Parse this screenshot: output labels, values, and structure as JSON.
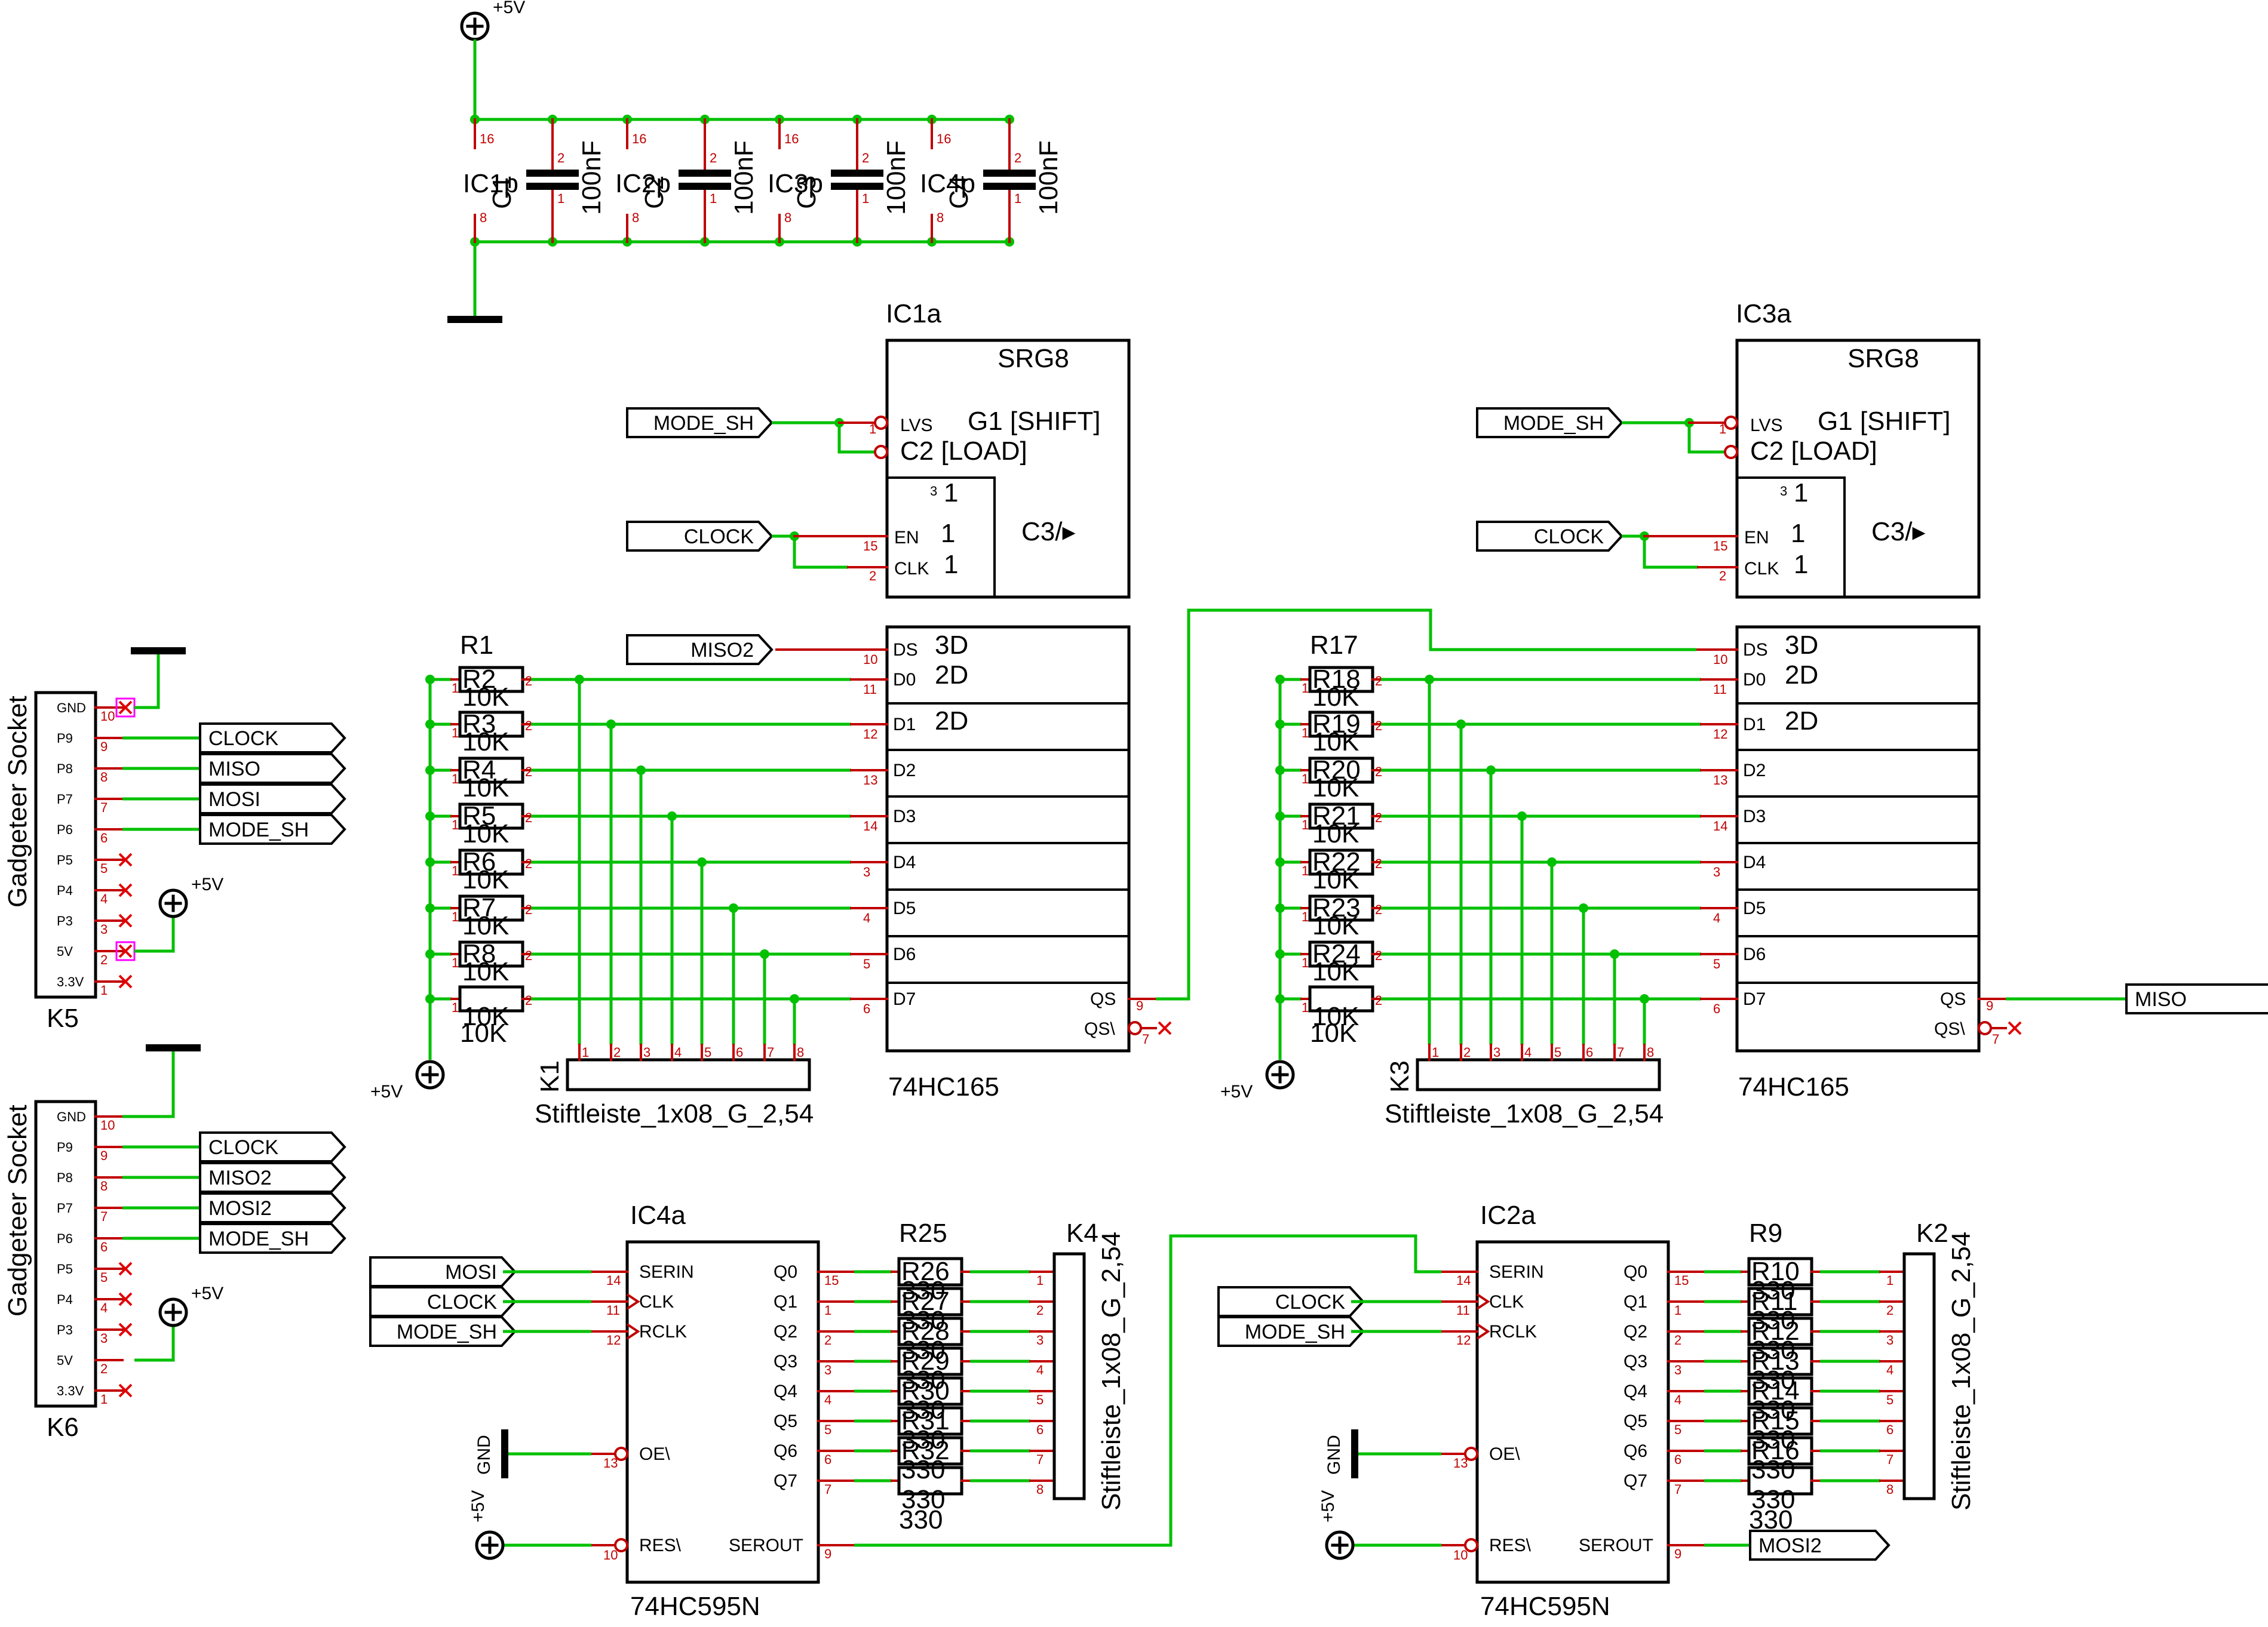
{
  "supply": {
    "vcc": "+5V"
  },
  "decoupling": {
    "ic_labels": [
      "IC1p",
      "IC2p",
      "IC3p",
      "IC4p"
    ],
    "cap_labels": [
      "C1",
      "C2",
      "C3",
      "C4"
    ],
    "values": [
      "100nF",
      "100nF",
      "100nF",
      "100nF"
    ],
    "pin_vcc": "16",
    "pin_gnd": "8",
    "cap_pin_top": "2",
    "cap_pin_bottom": "1"
  },
  "shift_in": [
    {
      "name": "IC1a",
      "type": "SRG8",
      "part": "74HC165",
      "control": {
        "lvs": "LVS",
        "g1": "G1  [SHIFT]",
        "c2": "C2 [LOAD]",
        "sub31": "1",
        "sub3": "3",
        "en": "EN",
        "en_val": "1",
        "clk": "CLK",
        "clk_val": "1",
        "c3": "C3/▸"
      },
      "ports": {
        "mode": "MODE_SH",
        "clock": "CLOCK",
        "ds_in": "MISO2"
      },
      "ctrl_pins": {
        "lvs": "1",
        "en": "15",
        "clk": "2",
        "ds": "10"
      },
      "data_rows": [
        "D0",
        "D1",
        "D2",
        "D3",
        "D4",
        "D5",
        "D6",
        "D7"
      ],
      "data_pins": [
        "11",
        "12",
        "13",
        "14",
        "3",
        "4",
        "5",
        "6"
      ],
      "ds": "DS",
      "ds_note": "3D",
      "d0_note": "2D",
      "d1_note": "2D",
      "qs": "QS",
      "qsn": "QS\\",
      "qs_pin": "9",
      "qsn_pin": "7",
      "resistors": {
        "first": "R1",
        "names": [
          "R2",
          "R3",
          "R4",
          "R5",
          "R6",
          "R7",
          "R8"
        ],
        "value": "10K",
        "last_value": "10K"
      },
      "header": {
        "name": "K1",
        "part": "Stiftleiste_1x08_G_2,54",
        "pins": [
          "1",
          "2",
          "3",
          "4",
          "5",
          "6",
          "7",
          "8"
        ]
      },
      "pullup_supply": "+5V"
    },
    {
      "name": "IC3a",
      "type": "SRG8",
      "part": "74HC165",
      "control": {
        "lvs": "LVS",
        "g1": "G1  [SHIFT]",
        "c2": "C2 [LOAD]",
        "sub31": "1",
        "sub3": "3",
        "en": "EN",
        "en_val": "1",
        "clk": "CLK",
        "clk_val": "1",
        "c3": "C3/▸"
      },
      "ports": {
        "mode": "MODE_SH",
        "clock": "CLOCK",
        "qs_out": "MISO"
      },
      "ctrl_pins": {
        "lvs": "1",
        "en": "15",
        "clk": "2",
        "ds": "10"
      },
      "data_rows": [
        "D0",
        "D1",
        "D2",
        "D3",
        "D4",
        "D5",
        "D6",
        "D7"
      ],
      "data_pins": [
        "11",
        "12",
        "13",
        "14",
        "3",
        "4",
        "5",
        "6"
      ],
      "ds": "DS",
      "ds_note": "3D",
      "d0_note": "2D",
      "d1_note": "2D",
      "qs": "QS",
      "qsn": "QS\\",
      "qs_pin": "9",
      "qsn_pin": "7",
      "resistors": {
        "first": "R17",
        "names": [
          "R18",
          "R19",
          "R20",
          "R21",
          "R22",
          "R23",
          "R24"
        ],
        "value": "10K",
        "last_value": "10K"
      },
      "header": {
        "name": "K3",
        "part": "Stiftleiste_1x08_G_2,54",
        "pins": [
          "1",
          "2",
          "3",
          "4",
          "5",
          "6",
          "7",
          "8"
        ]
      },
      "pullup_supply": "+5V"
    }
  ],
  "sockets": [
    {
      "name": "K5",
      "title": "Gadgeteer Socket",
      "pins": [
        "GND",
        "P9",
        "P8",
        "P7",
        "P6",
        "P5",
        "P4",
        "P3",
        "5V",
        "3.3V"
      ],
      "nums": [
        "10",
        "9",
        "8",
        "7",
        "6",
        "5",
        "4",
        "3",
        "2",
        "1"
      ],
      "nets": [
        "",
        "CLOCK",
        "MISO",
        "MOSI",
        "MODE_SH",
        "",
        "",
        "",
        "",
        ""
      ],
      "supply": "+5V"
    },
    {
      "name": "K6",
      "title": "Gadgeteer Socket",
      "pins": [
        "GND",
        "P9",
        "P8",
        "P7",
        "P6",
        "P5",
        "P4",
        "P3",
        "5V",
        "3.3V"
      ],
      "nums": [
        "10",
        "9",
        "8",
        "7",
        "6",
        "5",
        "4",
        "3",
        "2",
        "1"
      ],
      "nets": [
        "",
        "CLOCK",
        "MISO2",
        "MOSI2",
        "MODE_SH",
        "",
        "",
        "",
        "",
        ""
      ],
      "supply": "+5V"
    }
  ],
  "shift_out": [
    {
      "name": "IC4a",
      "part": "74HC595N",
      "pins_left": {
        "serin": "SERIN",
        "clk": "CLK",
        "rclk": "RCLK",
        "oe": "OE\\",
        "res": "RES\\"
      },
      "pin_nums_left": {
        "serin": "14",
        "clk": "11",
        "rclk": "12",
        "oe": "13",
        "res": "10"
      },
      "ports": {
        "serin": "MOSI",
        "clk": "CLOCK",
        "rclk": "MODE_SH"
      },
      "outputs": [
        "Q0",
        "Q1",
        "Q2",
        "Q3",
        "Q4",
        "Q5",
        "Q6",
        "Q7"
      ],
      "out_pins": [
        "15",
        "1",
        "2",
        "3",
        "4",
        "5",
        "6",
        "7"
      ],
      "serout": "SEROUT",
      "serout_pin": "9",
      "gnd": "GND",
      "vcc": "+5V",
      "resistors": {
        "first": "R25",
        "names": [
          "R26",
          "R27",
          "R28",
          "R29",
          "R30",
          "R31",
          "R32"
        ],
        "value": "330",
        "last_value": "330"
      },
      "header": {
        "name": "K4",
        "part": "Stiftleiste_1x08_G_2,54",
        "pins": [
          "1",
          "2",
          "3",
          "4",
          "5",
          "6",
          "7",
          "8"
        ]
      }
    },
    {
      "name": "IC2a",
      "part": "74HC595N",
      "pins_left": {
        "serin": "SERIN",
        "clk": "CLK",
        "rclk": "RCLK",
        "oe": "OE\\",
        "res": "RES\\"
      },
      "pin_nums_left": {
        "serin": "14",
        "clk": "11",
        "rclk": "12",
        "oe": "13",
        "res": "10"
      },
      "ports": {
        "clk": "CLOCK",
        "rclk": "MODE_SH",
        "serout_port": "MOSI2"
      },
      "outputs": [
        "Q0",
        "Q1",
        "Q2",
        "Q3",
        "Q4",
        "Q5",
        "Q6",
        "Q7"
      ],
      "out_pins": [
        "15",
        "1",
        "2",
        "3",
        "4",
        "5",
        "6",
        "7"
      ],
      "serout": "SEROUT",
      "serout_pin": "9",
      "gnd": "GND",
      "vcc": "+5V",
      "resistors": {
        "first": "R9",
        "names": [
          "R10",
          "R11",
          "R12",
          "R13",
          "R14",
          "R15",
          "R16"
        ],
        "value": "330",
        "last_value": "330"
      },
      "header": {
        "name": "K2",
        "part": "Stiftleiste_1x08_G_2,54",
        "pins": [
          "1",
          "2",
          "3",
          "4",
          "5",
          "6",
          "7",
          "8"
        ]
      }
    }
  ],
  "colors": {
    "wire": "#00c000",
    "pin": "#c00000",
    "junction": "#00c000",
    "nc": "#e00000",
    "nc_box": "#ff00ff"
  }
}
